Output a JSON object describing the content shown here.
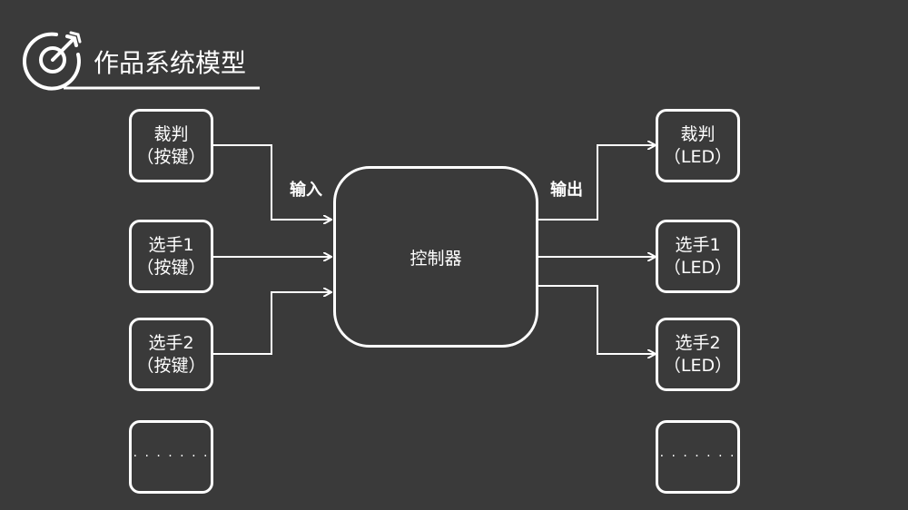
{
  "title": "作品系统模型",
  "inputs": [
    {
      "line1": "裁判",
      "line2": "（按键）"
    },
    {
      "line1": "选手1",
      "line2": "（按键）"
    },
    {
      "line1": "选手2",
      "line2": "（按键）"
    },
    {
      "dots": "· · · · · · ·"
    }
  ],
  "outputs": [
    {
      "line1": "裁判",
      "line2": "（LED）"
    },
    {
      "line1": "选手1",
      "line2": "（LED）"
    },
    {
      "line1": "选手2",
      "line2": "（LED）"
    },
    {
      "dots": "· · · · · · ·"
    }
  ],
  "controller": "控制器",
  "input_label": "输入",
  "output_label": "输出",
  "colors": {
    "background": "#3a3a3a",
    "foreground": "#ffffff"
  },
  "icon": "target-arrow-icon"
}
